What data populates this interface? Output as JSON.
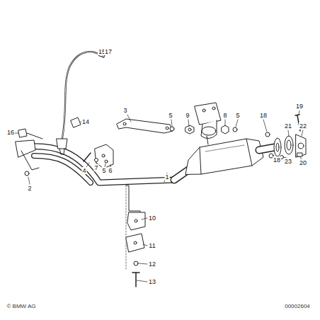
{
  "diagram": {
    "labels": [
      "15",
      "17",
      "14",
      "16",
      "2",
      "3",
      "5",
      "9",
      "8",
      "5",
      "18",
      "19",
      "21",
      "22",
      "4",
      "7",
      "5",
      "6",
      "1",
      "18",
      "23",
      "20",
      "10",
      "11",
      "12",
      "13",
      "© BMW AG",
      "00002604"
    ]
  }
}
